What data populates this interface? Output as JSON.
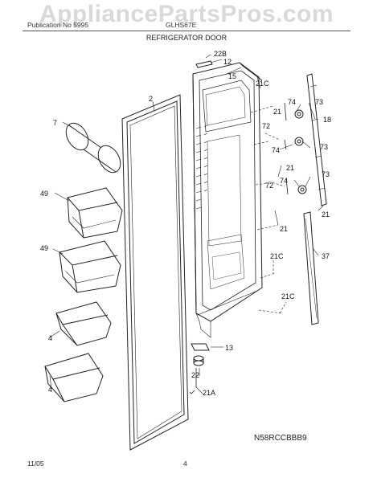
{
  "header": {
    "watermark": "AppliancePartsPros.com",
    "publication_line": "Publication No 5995",
    "model_line": "GLHS67E",
    "section_title": "REFRIGERATOR DOOR"
  },
  "callouts": {
    "c22B": "22B",
    "c12": "12",
    "c15": "15",
    "c21C_top": "21C",
    "c2": "2",
    "c74a": "74",
    "c73a": "73",
    "c21a": "21",
    "c18": "18",
    "c72a": "72",
    "c74b": "74",
    "c73b": "73",
    "c7": "7",
    "c21b": "21",
    "c73c": "73",
    "c74c": "74",
    "c72b": "72",
    "c21c": "21",
    "c49a": "49",
    "c21d": "21",
    "c37": "37",
    "c49b": "49",
    "c21C_mid": "21C",
    "c21C_low": "21C",
    "c4a": "4",
    "c13": "13",
    "c22": "22",
    "c21A": "21A",
    "c4b": "4"
  },
  "drawing_code": "N58RCCBBB9",
  "footer": {
    "date": "11/05",
    "page": "4"
  }
}
